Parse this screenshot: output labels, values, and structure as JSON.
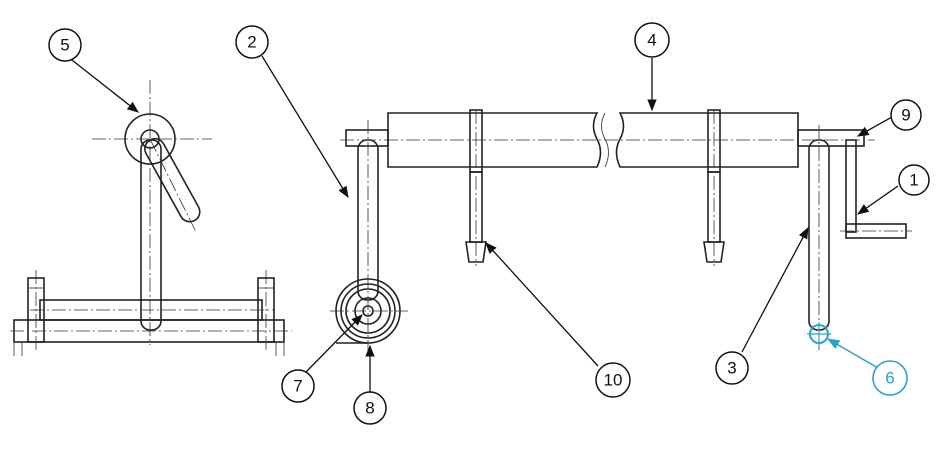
{
  "callouts": [
    {
      "id": "callout-1",
      "label": "1"
    },
    {
      "id": "callout-2",
      "label": "2"
    },
    {
      "id": "callout-3",
      "label": "3"
    },
    {
      "id": "callout-4",
      "label": "4"
    },
    {
      "id": "callout-5",
      "label": "5"
    },
    {
      "id": "callout-6",
      "label": "6"
    },
    {
      "id": "callout-7",
      "label": "7"
    },
    {
      "id": "callout-8",
      "label": "8"
    },
    {
      "id": "callout-9",
      "label": "9"
    },
    {
      "id": "callout-10",
      "label": "10"
    }
  ],
  "colors": {
    "line": "#222222",
    "highlight": "#29a3c9"
  }
}
